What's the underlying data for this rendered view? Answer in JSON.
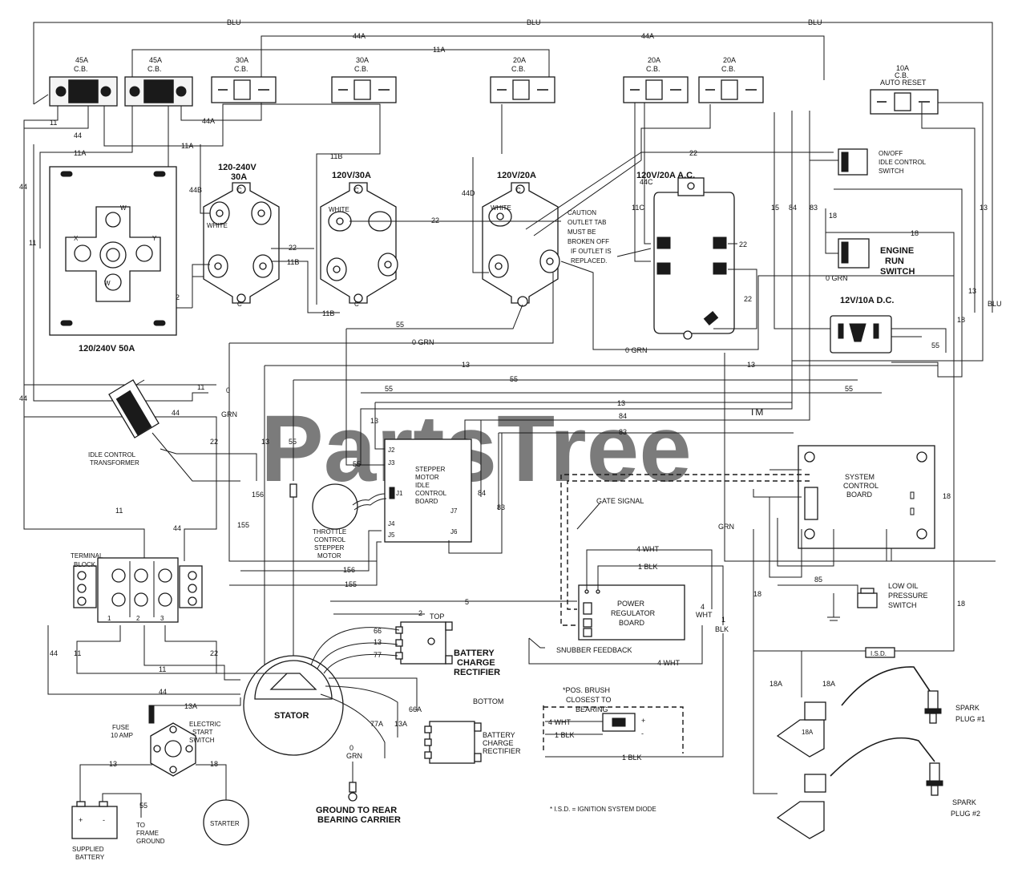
{
  "watermark": {
    "text": "PartsTree",
    "tm": "TM"
  },
  "breakers": [
    {
      "rating": "45A",
      "type": "C.B."
    },
    {
      "rating": "45A",
      "type": "C.B."
    },
    {
      "rating": "30A",
      "type": "C.B."
    },
    {
      "rating": "30A",
      "type": "C.B."
    },
    {
      "rating": "20A",
      "type": "C.B."
    },
    {
      "rating": "20A",
      "type": "C.B."
    },
    {
      "rating": "20A",
      "type": "C.B."
    },
    {
      "rating": "10A",
      "type": "C.B.",
      "extra": "AUTO RESET"
    }
  ],
  "outlets": {
    "o240_50": "120/240V 50A",
    "o240_30_l1": "120-240V",
    "o240_30_l2": "30A",
    "o120_30": "120V/30A",
    "o120_20": "120V/20A",
    "o120_20ac": "120V/20A A.C.",
    "dc": "12V/10A D.C."
  },
  "caution": [
    "CAUTION",
    "OUTLET TAB",
    "MUST BE",
    "BROKEN OFF",
    "IF OUTLET IS",
    "REPLACED."
  ],
  "components": {
    "idle_switch": [
      "ON/OFF",
      "IDLE CONTROL",
      "SWITCH"
    ],
    "engine_run": [
      "ENGINE",
      "RUN",
      "SWITCH"
    ],
    "idle_transformer": [
      "IDLE CONTROL",
      "TRANSFORMER"
    ],
    "stepper_board": [
      "STEPPER",
      "MOTOR",
      "IDLE",
      "CONTROL",
      "BOARD"
    ],
    "throttle": [
      "THROTTLE",
      "CONTROL",
      "STEPPER",
      "MOTOR"
    ],
    "system_board": [
      "SYSTEM",
      "CONTROL",
      "BOARD"
    ],
    "gate_signal": "GATE SIGNAL",
    "power_reg": [
      "POWER",
      "REGULATOR",
      "BOARD"
    ],
    "snubber": "SNUBBER FEEDBACK",
    "low_oil": [
      "LOW OIL",
      "PRESSURE",
      "SWITCH"
    ],
    "terminal_block": [
      "TERMINAL",
      "BLOCK"
    ],
    "battery_rect_top": [
      "BATTERY",
      "CHARGE",
      "RECTIFIER"
    ],
    "battery_rect_bottom": [
      "BATTERY",
      "CHARGE",
      "RECTIFIER"
    ],
    "top": "TOP",
    "bottom": "BOTTOM",
    "stator": "STATOR",
    "brush": [
      "*POS. BRUSH",
      "CLOSEST TO",
      "BEARING"
    ],
    "fuse": [
      "FUSE",
      "10 AMP"
    ],
    "start_switch": [
      "ELECTRIC",
      "START",
      "SWITCH"
    ],
    "starter": "STARTER",
    "battery": [
      "SUPPLIED",
      "BATTERY"
    ],
    "frame_ground": [
      "TO",
      "FRAME",
      "GROUND"
    ],
    "ground_rear": [
      "GROUND TO REAR",
      "BEARING CARRIER"
    ],
    "isd": "I.S.D.",
    "isd_note": "* I.S.D. = IGNITION SYSTEM DIODE",
    "spark1": [
      "SPARK",
      "PLUG #1"
    ],
    "spark2": [
      "SPARK",
      "PLUG #2"
    ]
  },
  "tb_numbers": [
    "1",
    "2",
    "3"
  ],
  "wires": {
    "blu": "BLU",
    "w44a": "44A",
    "w11a": "11A",
    "w11": "11",
    "w44": "44",
    "w44b": "44B",
    "w11b": "11B",
    "w44d": "44D",
    "w44c": "44C",
    "w11c": "11C",
    "w22": "22",
    "w15": "15",
    "w84": "84",
    "w83": "83",
    "w18": "18",
    "w13": "13",
    "w55": "55",
    "w0grn": "0 GRN",
    "w0": "0",
    "grn": "GRN",
    "w156": "156",
    "w155": "155",
    "w5": "5",
    "w2": "2",
    "w66": "66",
    "w77": "77",
    "w4wht": "4 WHT",
    "w1blk": "1 BLK",
    "w4": "4",
    "wht": "WHT",
    "w1": "1",
    "blk": "BLK",
    "w85": "85",
    "w18a": "18A",
    "w13a": "13A",
    "w77a": "77A",
    "w66a": "66A",
    "j1": "J1",
    "j2": "J2",
    "j3": "J3",
    "j4": "J4",
    "j5": "J5",
    "j6": "J6",
    "j7": "J7",
    "o": "O",
    "w": "W",
    "x": "X",
    "y": "Y",
    "c": "C",
    "white": "WHITE",
    "plus": "+",
    "minus": "-"
  }
}
